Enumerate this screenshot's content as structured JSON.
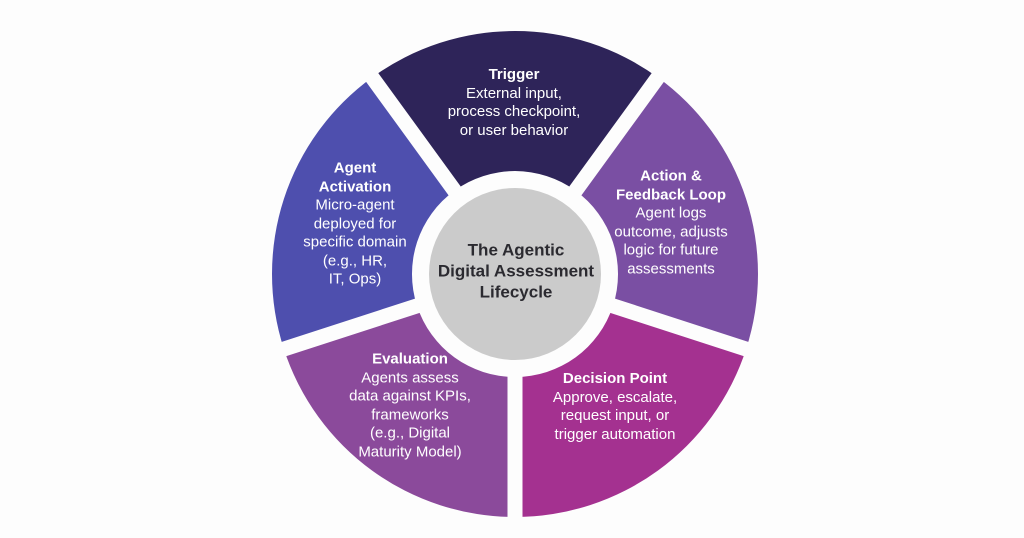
{
  "diagram_title": "The Agentic Digital Assessment Lifecycle",
  "background_color": "#fdfdfd",
  "center": {
    "label": "The Agentic\nDigital Assessment\nLifecycle",
    "color": "#cbcbcb",
    "text_color": "#2b2a30"
  },
  "segments": [
    {
      "name": "trigger",
      "title": "Trigger",
      "body": "External input,\nprocess checkpoint,\nor user behavior",
      "color": "#2e2459",
      "position": "top"
    },
    {
      "name": "action-feedback-loop",
      "title": "Action &\nFeedback Loop",
      "body": "Agent logs\noutcome, adjusts\nlogic for future\nassessments",
      "color": "#7a4fa3",
      "position": "right"
    },
    {
      "name": "decision-point",
      "title": "Decision Point",
      "body": "Approve, escalate,\nrequest input, or\ntrigger automation",
      "color": "#a43190",
      "position": "bottom-right"
    },
    {
      "name": "evaluation",
      "title": "Evaluation",
      "body": "Agents assess\ndata against KPIs,\nframeworks\n(e.g., Digital\nMaturity Model)",
      "color": "#8b4a9b",
      "position": "bottom-left"
    },
    {
      "name": "agent-activation",
      "title": "Agent\nActivation",
      "body": "Micro-agent\ndeployed for\nspecific domain\n(e.g., HR,\nIT, Ops)",
      "color": "#4e4fae",
      "position": "left"
    }
  ]
}
